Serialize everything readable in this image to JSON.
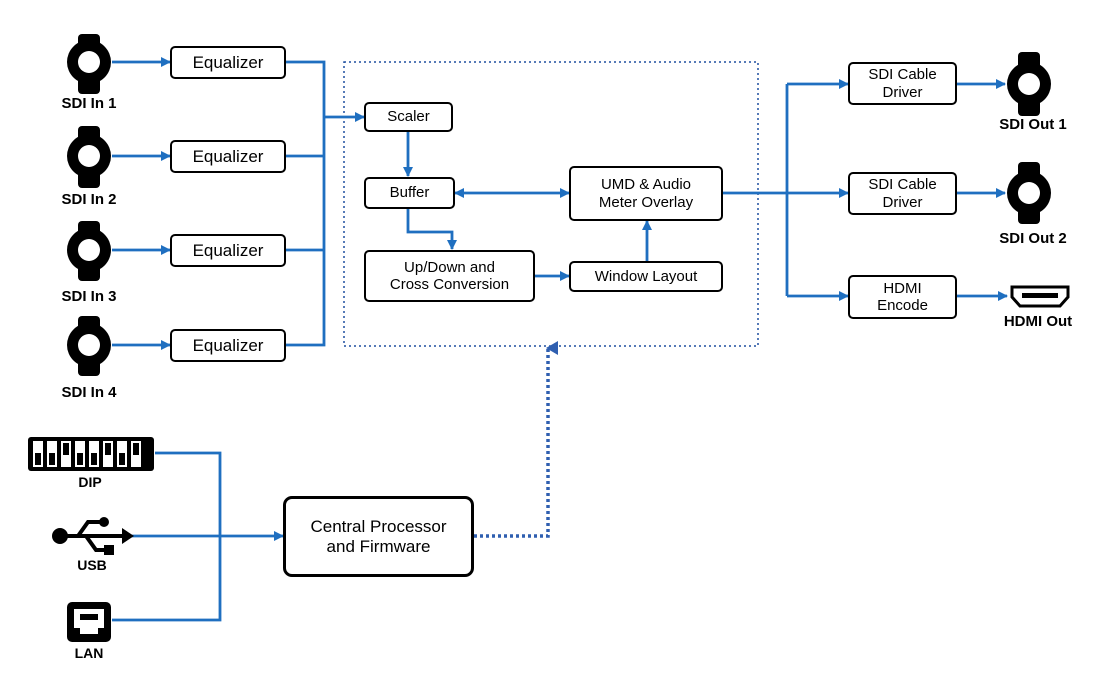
{
  "inputs": {
    "sdi_in_1": "SDI In 1",
    "sdi_in_2": "SDI In 2",
    "sdi_in_3": "SDI In 3",
    "sdi_in_4": "SDI In 4"
  },
  "equalizer_label": "Equalizer",
  "processing": {
    "scaler": "Scaler",
    "buffer": "Buffer",
    "updown": "Up/Down and\nCross Conversion",
    "umd": "UMD & Audio\nMeter Overlay",
    "window": "Window Layout"
  },
  "outputs": {
    "driver1": "SDI Cable\nDriver",
    "driver2": "SDI Cable\nDriver",
    "hdmi_encode": "HDMI\nEncode",
    "sdi_out_1": "SDI Out 1",
    "sdi_out_2": "SDI Out 2",
    "hdmi_out": "HDMI Out"
  },
  "control": {
    "dip": "DIP",
    "usb": "USB",
    "lan": "LAN",
    "cpu": "Central Processor\nand Firmware"
  },
  "colors": {
    "line": "#1f6fc0",
    "dotted": "#2f5fb0",
    "box_border": "#000000"
  },
  "icons": [
    "bnc-connector-icon",
    "hdmi-port-icon",
    "dip-switch-icon",
    "usb-icon",
    "lan-port-icon"
  ]
}
